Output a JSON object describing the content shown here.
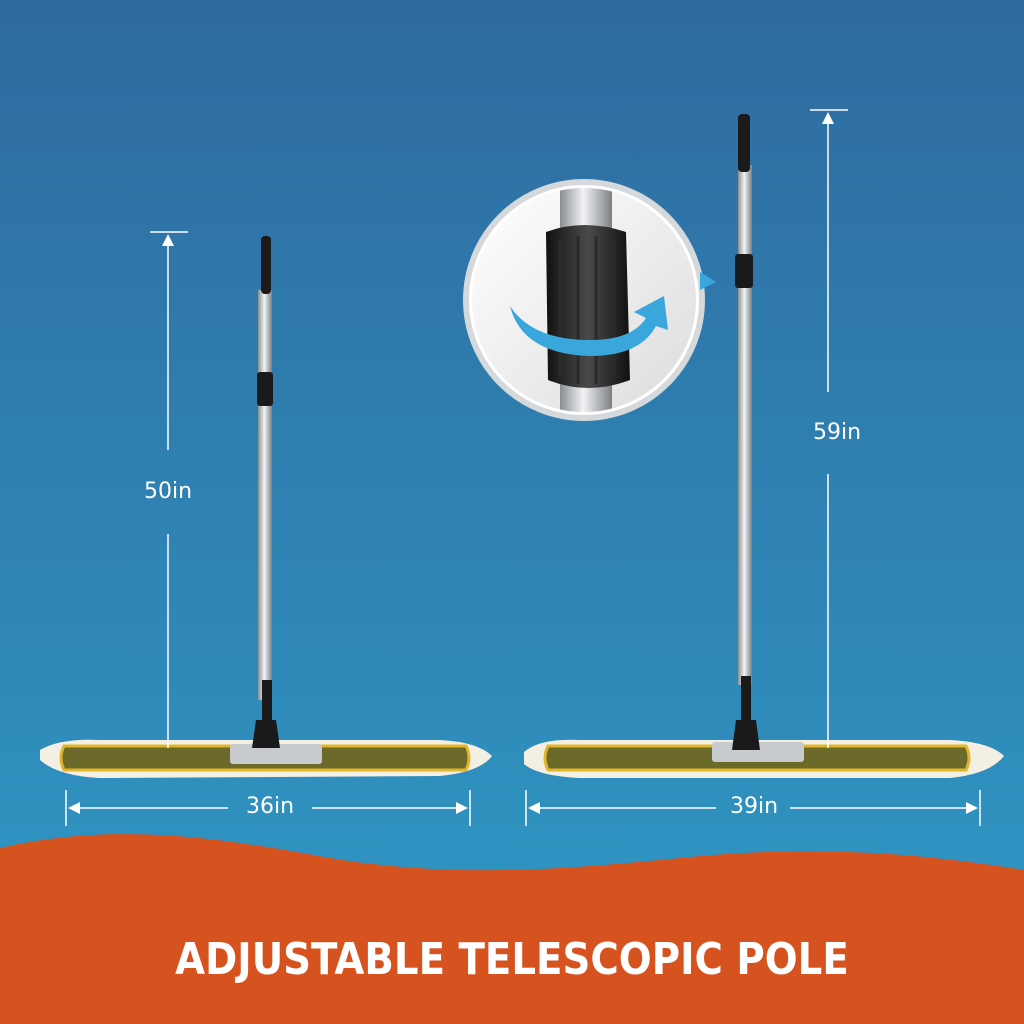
{
  "colors": {
    "bg_top": "#2f6aa0",
    "bg_bottom": "#2f9ac6",
    "banner": "#d6531f",
    "arrow": "#3aa7dc",
    "pad": "#6b6a2a",
    "pad_border": "#e2b52a"
  },
  "dimensions": {
    "left_height": "50in",
    "left_width": "36in",
    "right_height": "59in",
    "right_width": "39in"
  },
  "banner": {
    "title": "ADJUSTABLE TELESCOPIC POLE"
  },
  "icons": [
    "twist-lock-arrow-icon",
    "dimension-arrow-icon"
  ]
}
